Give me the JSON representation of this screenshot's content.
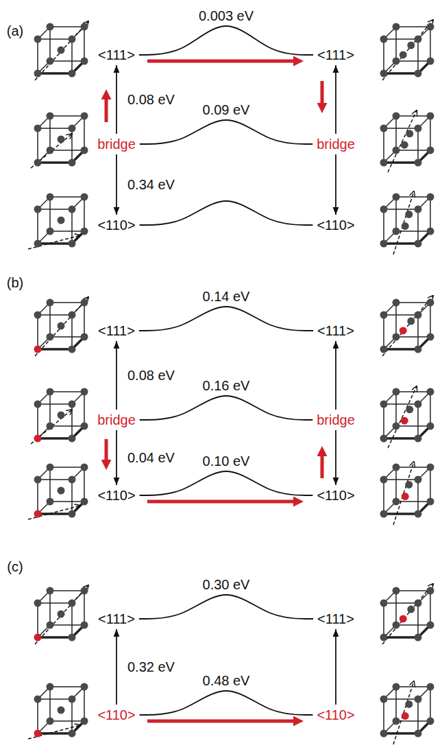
{
  "diagram": {
    "nodes": [
      {
        "text": [
          "<111>"
        ]
      },
      {
        "text": [
          "<111>"
        ]
      },
      {
        "text": [
          "bridge"
        ]
      },
      {
        "text": [
          "bridge"
        ]
      },
      {
        "text": [
          "<110>"
        ]
      },
      {
        "text": [
          "<110>"
        ]
      },
      {
        "text": [
          "<111>"
        ]
      },
      {
        "text": [
          "<111>"
        ]
      },
      {
        "text": [
          "bridge"
        ]
      },
      {
        "text": [
          "bridge"
        ]
      },
      {
        "text": [
          "<110>"
        ]
      },
      {
        "text": [
          "<110>"
        ]
      },
      {
        "text": [
          "<111>"
        ]
      },
      {
        "text": [
          "<111>"
        ]
      },
      {
        "text": [
          "<110>"
        ]
      },
      {
        "text": [
          "<110>"
        ]
      }
    ],
    "edges": [
      {
        "from": 0,
        "to": 1,
        "arrow": "none",
        "label": "0.003 eV"
      },
      {
        "from": 2,
        "to": 0,
        "arrow": "to",
        "label": "0.08 eV"
      },
      {
        "from": 2,
        "to": 3,
        "arrow": "none",
        "label": "0.09 eV"
      },
      {
        "from": 3,
        "to": 1,
        "arrow": "to"
      },
      {
        "from": 2,
        "to": 4,
        "arrow": "to",
        "label": "0.34 eV"
      },
      {
        "from": 3,
        "to": 5,
        "arrow": "to"
      },
      {
        "from": 4,
        "to": 5,
        "arrow": "none"
      },
      {
        "from": 6,
        "to": 7,
        "arrow": "none",
        "label": "0.14 eV"
      },
      {
        "from": 8,
        "to": 6,
        "arrow": "to",
        "label": "0.08 eV"
      },
      {
        "from": 8,
        "to": 9,
        "arrow": "none",
        "label": "0.16 eV"
      },
      {
        "from": 9,
        "to": 7,
        "arrow": "to"
      },
      {
        "from": 8,
        "to": 10,
        "arrow": "to",
        "label": "0.04 eV"
      },
      {
        "from": 9,
        "to": 11,
        "arrow": "to"
      },
      {
        "from": 10,
        "to": 11,
        "arrow": "none",
        "label": "0.10 eV"
      },
      {
        "from": 12,
        "to": 13,
        "arrow": "none",
        "label": "0.30 eV"
      },
      {
        "from": 14,
        "to": 12,
        "arrow": "to",
        "label": "0.32 eV"
      },
      {
        "from": 15,
        "to": 13,
        "arrow": "to"
      },
      {
        "from": 14,
        "to": 15,
        "arrow": "none",
        "label": "0.48 eV"
      }
    ],
    "labels": [
      "(a)",
      "(b)",
      "(c)"
    ]
  }
}
